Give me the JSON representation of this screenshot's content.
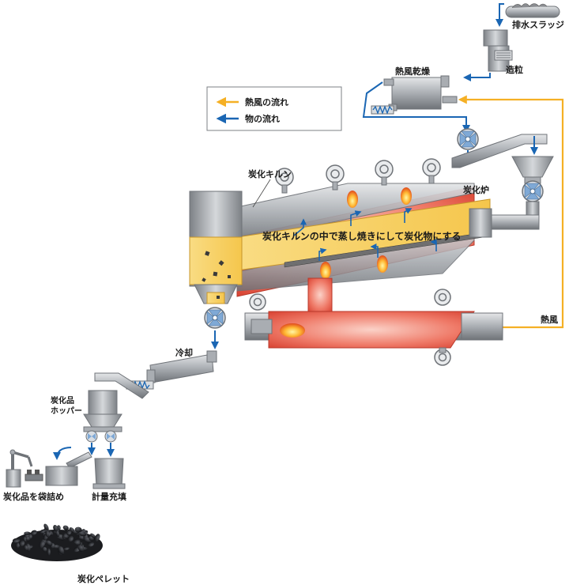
{
  "legend": {
    "hot_air": {
      "label": "熱風の流れ",
      "color": "#f5b025"
    },
    "material": {
      "label": "物の流れ",
      "color": "#1a66b3"
    }
  },
  "labels": {
    "sludge": "排水スラッジ",
    "granulation": "造粒",
    "hot_air_dryer": "熱風乾燥",
    "carbonization_kiln": "炭化キルン",
    "carbonization_furnace": "炭化炉",
    "kiln_process": "炭化キルンの中で蒸し焼きにして炭化物にする",
    "hot_air": "熱風",
    "cooling": "冷却",
    "product_hopper_line1": "炭化品",
    "product_hopper_line2": "ホッパー",
    "bagging": "炭化品を袋詰め",
    "weighing_filling": "計量充填",
    "pellet": "炭化ペレット"
  },
  "colors": {
    "steel": "#a9adb2",
    "steel_dark": "#7d8186",
    "furnace_red": "#e8584a",
    "kiln_yellow": "#f7d06a",
    "flame": "#f08a1c",
    "arrow_blue": "#1a66b3",
    "arrow_orange": "#f5b025"
  }
}
